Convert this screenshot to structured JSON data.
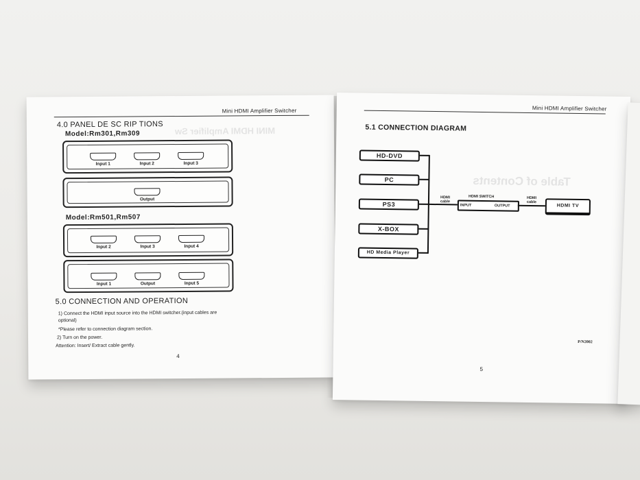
{
  "left_page": {
    "header": "Mini  HDMI  Amplifier  Switcher",
    "section_4_title": "4.0 PANEL DE SC RIP TIONS",
    "model_a_title": "Model:Rm301,Rm309",
    "model_a_front_ports": [
      "Input 1",
      "Input 2",
      "Input 3"
    ],
    "model_a_back_ports": [
      "Output"
    ],
    "model_b_title": "Model:Rm501,Rm507",
    "model_b_front_ports": [
      "Input 2",
      "Input 3",
      "Input 4"
    ],
    "model_b_back_ports": [
      "Input 1",
      "Output",
      "Input 5"
    ],
    "section_5_title": "5.0 CONNECTION AND OPERATION",
    "instructions": [
      "1)   Connect the HDMI input source into the HDMI switcher.(input cables are",
      "       optional)",
      "       *Please refer to connection diagram section.",
      "2)  Turn on the power.",
      "Attention: Insert/ Extract cable gently."
    ],
    "page_number": "4"
  },
  "right_page": {
    "header": "Mini  HDMI  Amplifier  Switcher",
    "section_title": "5.1 CONNECTION DIAGRAM",
    "sources": [
      "HD-DVD",
      "PC",
      "PS3",
      "X-BOX",
      "HD Media Player"
    ],
    "cable_label_left": "HDMI cable",
    "switch_label": "HDMI SWITCH",
    "switch_input": "INPUT",
    "switch_output": "OUTPUT",
    "cable_label_right": "HDMI cable",
    "tv_label": "HDMI TV",
    "part_number": "P/N2002",
    "page_number": "5"
  },
  "ghost_text": {
    "left_title": "MINI HDMI Amplifier Sw",
    "right_title": "Table of Contents"
  }
}
